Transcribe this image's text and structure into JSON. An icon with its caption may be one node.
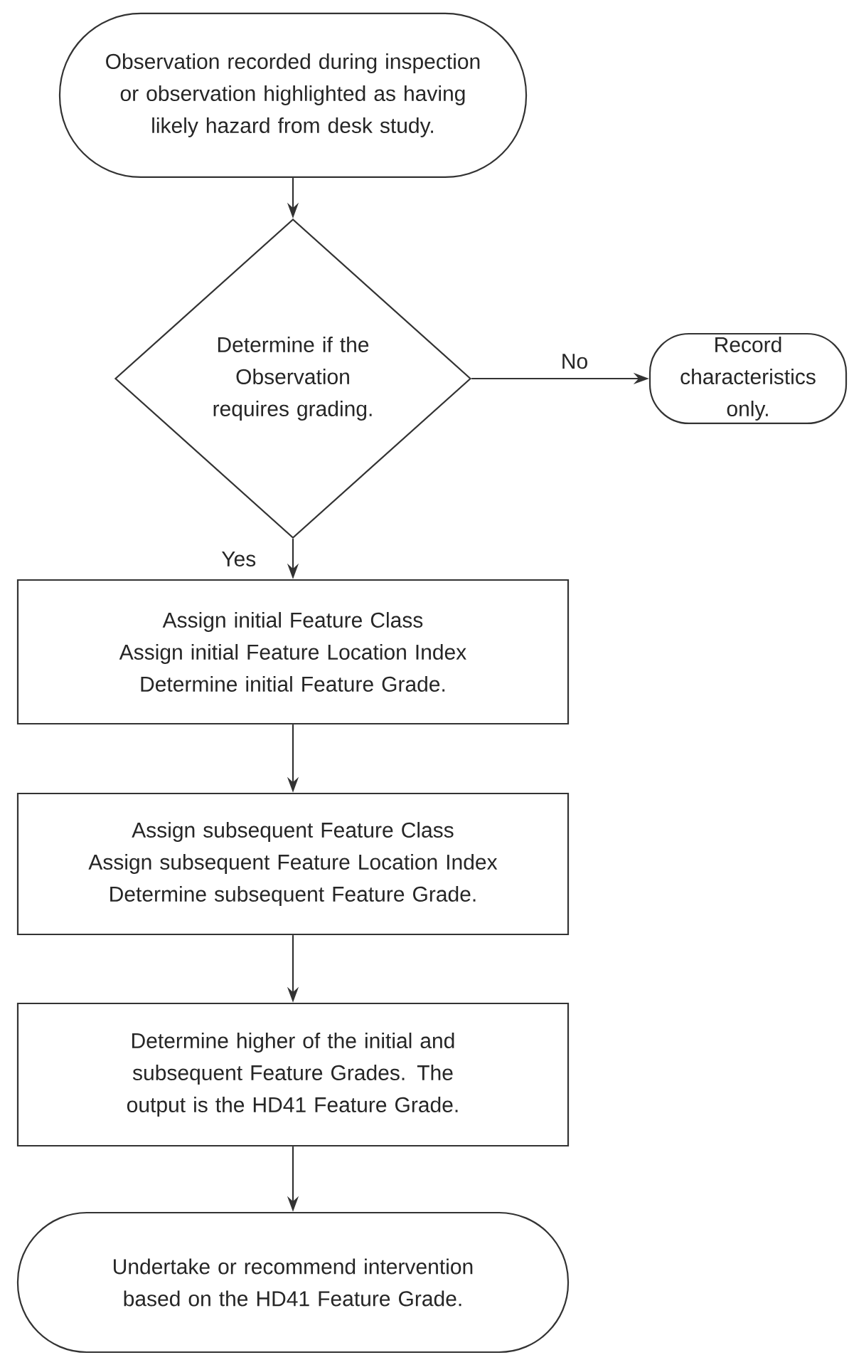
{
  "diagram": {
    "nodes": [
      {
        "text": [
          "Observation recorded during inspection or observation highlighted as having likely hazard from desk study."
        ]
      },
      {
        "text": [
          "Determine if the Observation requires grading."
        ]
      },
      {
        "text": [
          "Record characteristics only."
        ]
      },
      {
        "text": [
          "Assign initial Feature Class",
          "Assign initial Feature Location Index",
          "Determine initial Feature Grade."
        ]
      },
      {
        "text": [
          "Assign subsequent Feature Class",
          "Assign subsequent Feature Location Index",
          "Determine subsequent Feature Grade."
        ]
      },
      {
        "text": [
          "Determine higher of the initial and subsequent Feature Grades. The output is the HD41 Feature Grade."
        ]
      },
      {
        "text": [
          "Undertake or recommend intervention based on the HD41 Feature Grade."
        ]
      }
    ],
    "edges": [
      {
        "from": 0,
        "to": 1,
        "arrow": "to"
      },
      {
        "from": 1,
        "to": 2,
        "arrow": "to",
        "label": "No"
      },
      {
        "from": 1,
        "to": 3,
        "arrow": "to",
        "label": "Yes"
      },
      {
        "from": 3,
        "to": 4,
        "arrow": "to"
      },
      {
        "from": 4,
        "to": 5,
        "arrow": "to"
      },
      {
        "from": 5,
        "to": 6,
        "arrow": "to"
      }
    ]
  }
}
